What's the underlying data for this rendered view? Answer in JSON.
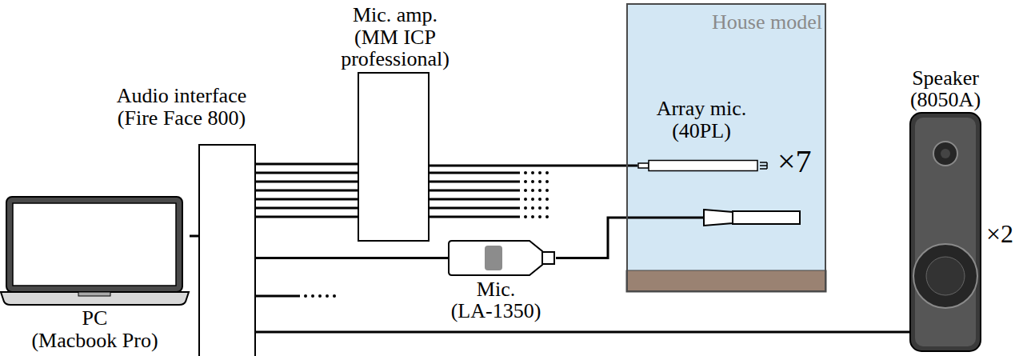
{
  "diagram": {
    "nodes": [
      {
        "text": [
          "PC",
          "(Macbook Pro)"
        ]
      },
      {
        "text": [
          "Audio interface",
          "(Fire Face 800)"
        ]
      },
      {
        "text": [
          "Mic. amp.",
          "(MM ICP professional)"
        ]
      },
      {
        "text": [
          "House model"
        ]
      },
      {
        "text": [
          "Array mic.",
          "(40PL)"
        ],
        "in": 3
      },
      {
        "text": [
          "Mic.",
          "(LA-1350)"
        ]
      },
      {
        "text": [
          "Speaker",
          "(8050A)"
        ]
      }
    ],
    "edges": [
      {
        "from": 0,
        "to": 1,
        "arrow": "none"
      },
      {
        "from": 1,
        "to": 2,
        "arrow": "none"
      },
      {
        "from": 2,
        "to": 4,
        "arrow": "none"
      },
      {
        "from": 1,
        "to": 5,
        "arrow": "none"
      },
      {
        "from": 5,
        "to": 3,
        "arrow": "none"
      },
      {
        "from": 1,
        "to": 6,
        "arrow": "none"
      }
    ],
    "labels": [
      "×7",
      "×2"
    ]
  }
}
